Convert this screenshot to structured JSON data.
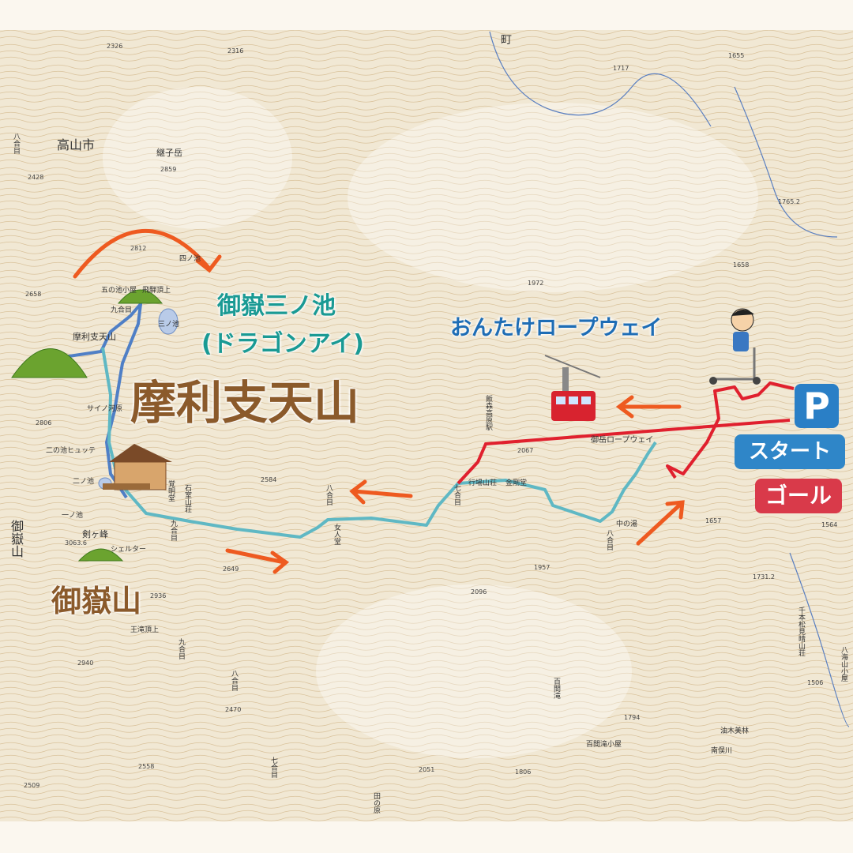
{
  "overlay": {
    "pond_title": "御嶽三ノ池",
    "pond_subtitle": "(ドラゴンアイ)",
    "peak_marishiten": "摩利支天山",
    "peak_ontake": "御嶽山",
    "ropeway_title": "おんたけロープウェイ",
    "parking": "P",
    "start": "スタート",
    "goal": "ゴール"
  },
  "map_labels": {
    "takayama": "高山市",
    "machi": "町",
    "mamakodake": "継子岳",
    "gonoike": "五の池小屋",
    "hida_top": "飛騨頂上",
    "kugome_n": "九合目",
    "sannoike": "三ノ池",
    "yonnoike": "四ノ池",
    "marishiten_small": "摩利支天山",
    "sainokawara": "サイノ河原",
    "ninoike_hutte": "二の池ヒュッテ",
    "ninoike": "二ノ池",
    "ichinoike": "一ノ池",
    "kengamine": "剣ヶ峰",
    "shelter": "シェルター",
    "ishimuro": "石室山荘",
    "kakumeido": "覚明堂",
    "kugome_s": "九合目",
    "hachigome": "八合目",
    "nyonindo": "女人堂",
    "nanagome": "七合目",
    "gyoba": "行場山荘",
    "kinkoku": "金剛堂",
    "iimori": "飯森高原駅",
    "ropeway_small": "御岳ロープウェイ",
    "nakanoyu": "中の湯",
    "hachigome_e": "八合目",
    "senbonmatsu": "千本松見晴山荘",
    "hyakkendaki": "百間滝",
    "hyakkendaki_hut": "百間滝小屋",
    "aburagi": "油木美林",
    "minamimata": "南俣川",
    "hakkaisan": "八海山小屋",
    "ontake_vertical": "御嶽山",
    "otaki_top": "王滝頂上",
    "nanagome_s": "七合目",
    "hachigome_s": "八合目",
    "kugome_sw": "九合目",
    "hachigome_w": "八合目",
    "tanohara": "田の原"
  },
  "elevations": [
    "2326",
    "2316",
    "2428",
    "2859",
    "2812",
    "2658",
    "2806",
    "3063.6",
    "2936",
    "2940",
    "2649",
    "2584",
    "2067",
    "1972",
    "1957",
    "2096",
    "1794",
    "1806",
    "2051",
    "2558",
    "2509",
    "2470",
    "1655",
    "1717",
    "1765.2",
    "1658",
    "1564",
    "1657",
    "1731.2",
    "1506"
  ],
  "colors": {
    "route_red": "#e0202e",
    "route_teal": "#5fb8c4",
    "route_blue": "#4f7fc6",
    "arrow_orange": "#ee5a20",
    "teal_text": "#1a9a94",
    "brown_text": "#8b5a2b",
    "blue_text": "#1e6db5",
    "start_blue": "#2f86c8",
    "goal_red": "#d93a4a",
    "parking_blue": "#2a7fc6"
  }
}
